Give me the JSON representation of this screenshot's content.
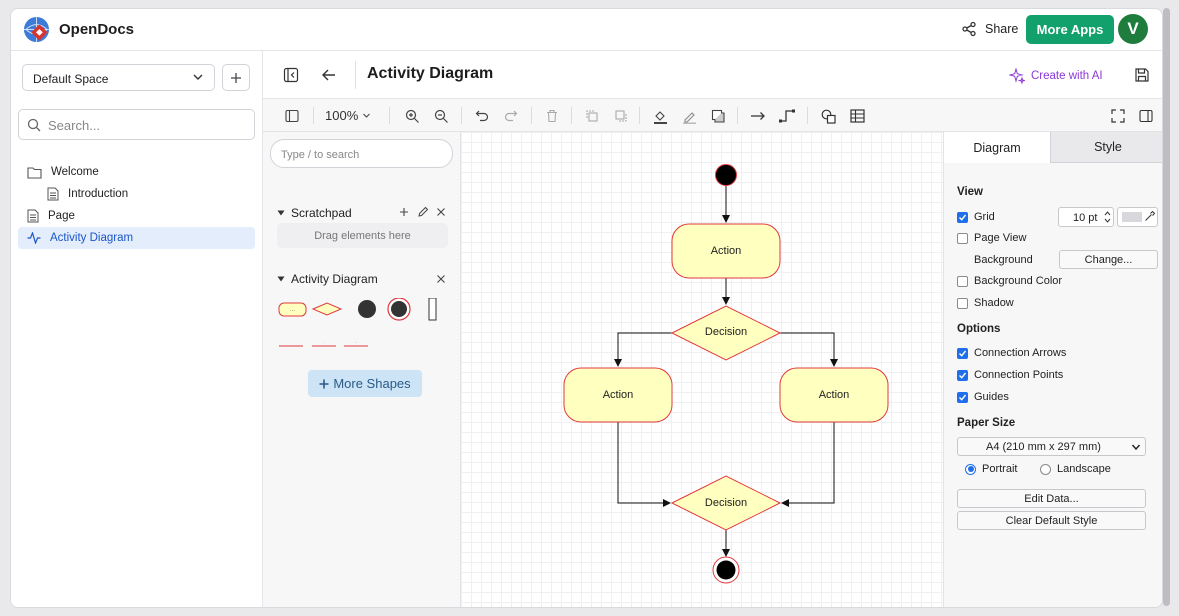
{
  "app": {
    "title": "OpenDocs",
    "avatar_letter": "V"
  },
  "topbar": {
    "share_label": "Share",
    "more_apps_label": "More Apps"
  },
  "sidebar": {
    "space": "Default Space",
    "search_placeholder": "Search...",
    "items": [
      {
        "label": "Welcome",
        "icon": "folder-icon"
      },
      {
        "label": "Introduction",
        "icon": "document-icon"
      },
      {
        "label": "Page",
        "icon": "document-icon"
      },
      {
        "label": "Activity Diagram",
        "icon": "activity-icon",
        "active": true
      }
    ]
  },
  "editor": {
    "title": "Activity Diagram",
    "create_ai_label": "Create with AI"
  },
  "toolbar": {
    "zoom": "100%"
  },
  "shapes": {
    "search_placeholder": "Type / to search",
    "scratchpad_title": "Scratchpad",
    "drag_hint": "Drag elements here",
    "library_title": "Activity Diagram",
    "more_shapes_label": "More Shapes"
  },
  "diagram": {
    "nodes": [
      {
        "label": "Action"
      },
      {
        "label": "Decision"
      },
      {
        "label": "Action"
      },
      {
        "label": "Action"
      },
      {
        "label": "Decision"
      }
    ]
  },
  "format": {
    "tabs": [
      "Diagram",
      "Style"
    ],
    "view_heading": "View",
    "grid_label": "Grid",
    "grid_size": "10 pt",
    "page_view_label": "Page View",
    "background_label": "Background",
    "change_label": "Change...",
    "background_color_label": "Background Color",
    "shadow_label": "Shadow",
    "options_heading": "Options",
    "connection_arrows_label": "Connection Arrows",
    "connection_points_label": "Connection Points",
    "guides_label": "Guides",
    "paper_size_heading": "Paper Size",
    "paper_size": "A4 (210 mm x 297 mm)",
    "portrait_label": "Portrait",
    "landscape_label": "Landscape",
    "edit_data_label": "Edit Data...",
    "clear_style_label": "Clear Default Style"
  },
  "colors": {
    "accent": "#12a06c",
    "node_fill": "#ffffc0",
    "node_stroke": "#e0383e",
    "link": "#1a56c8",
    "ai": "#8b3ad6"
  }
}
